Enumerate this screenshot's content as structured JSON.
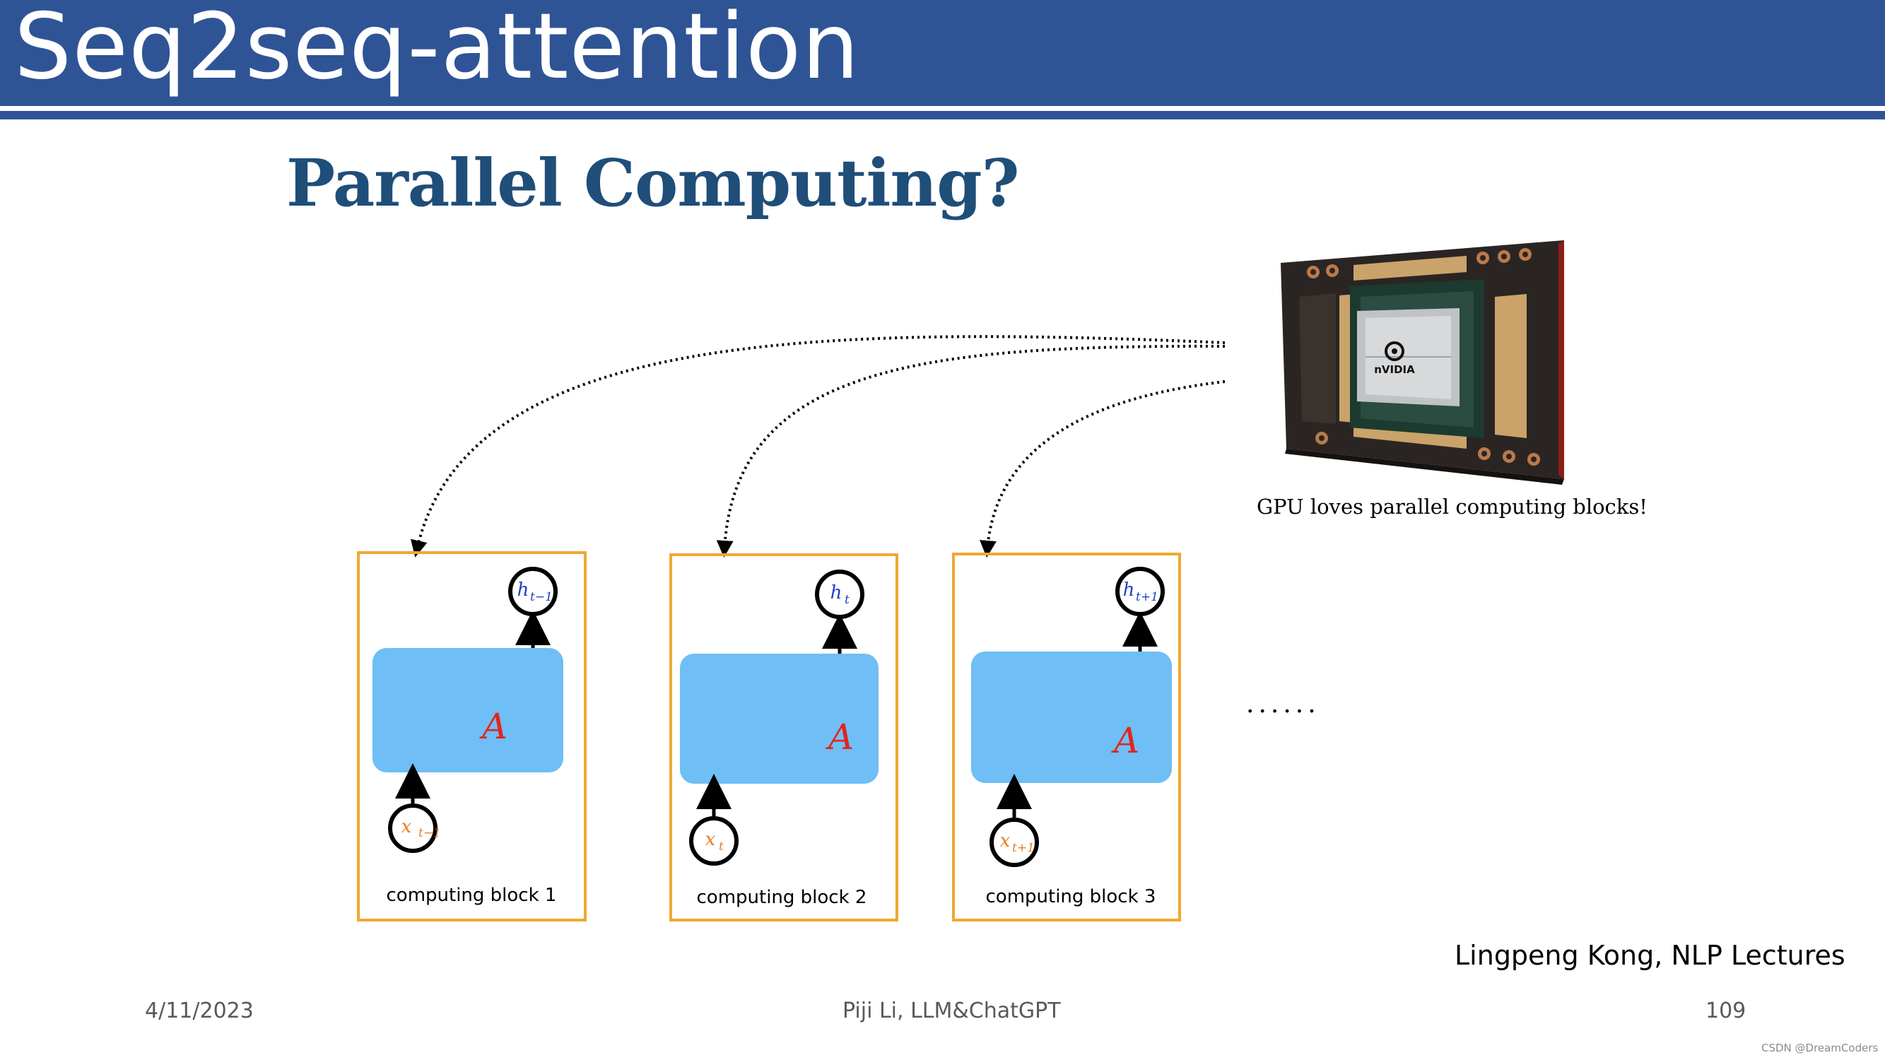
{
  "header": {
    "title": "Seq2seq-attention"
  },
  "subtitle": "Parallel Computing?",
  "gpu": {
    "caption": "GPU loves parallel computing blocks!",
    "logo_text": "nVIDIA"
  },
  "blocks": [
    {
      "label": "computing block 1",
      "cell": "A",
      "input": "x",
      "input_sub": "t−1",
      "output": "h",
      "output_sub": "t−1"
    },
    {
      "label": "computing block 2",
      "cell": "A",
      "input": "x",
      "input_sub": "t",
      "output": "h",
      "output_sub": "t"
    },
    {
      "label": "computing block 3",
      "cell": "A",
      "input": "x",
      "input_sub": "t+1",
      "output": "h",
      "output_sub": "t+1"
    }
  ],
  "ellipsis": "......",
  "credit": "Lingpeng Kong, NLP Lectures",
  "footer": {
    "date": "4/11/2023",
    "center": "Piji Li, LLM&ChatGPT",
    "page": "109"
  },
  "watermark": "CSDN @DreamCoders",
  "colors": {
    "header": "#2f5496",
    "block_border": "#f0a830",
    "cell_fill": "#6fbef5",
    "cell_label": "#e0261e",
    "input_symbol": "#e87e22",
    "output_symbol": "#1f3fc4"
  }
}
